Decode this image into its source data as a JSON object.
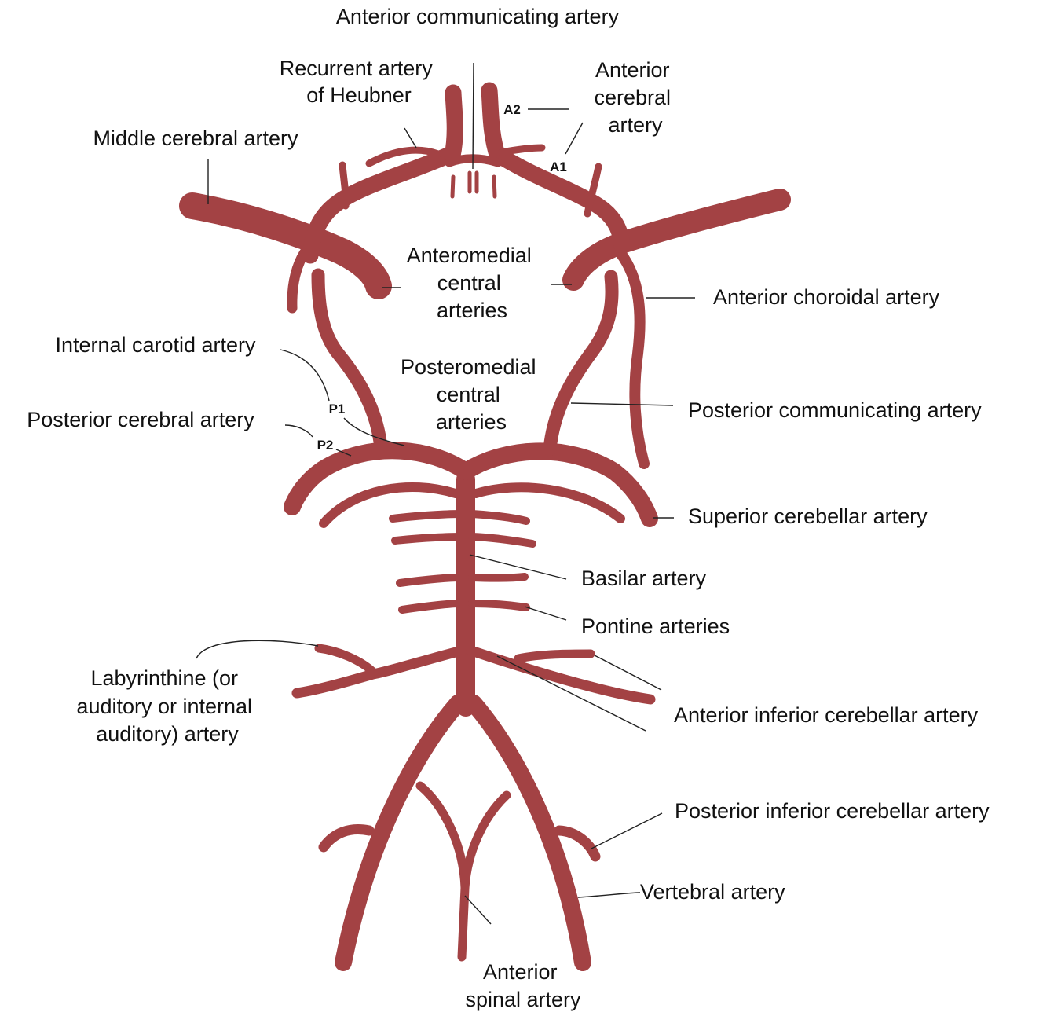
{
  "colors": {
    "artery": "#a34244",
    "text": "#111111",
    "leader": "#222222",
    "background": "#ffffff"
  },
  "labels": {
    "anterior_communicating": "Anterior communicating artery",
    "recurrent_heubner": [
      "Recurrent artery",
      "of Heubner"
    ],
    "anterior_cerebral": [
      "Anterior",
      "cerebral",
      "artery"
    ],
    "middle_cerebral": "Middle cerebral artery",
    "anteromedial_central": [
      "Anteromedial",
      "central",
      "arteries"
    ],
    "anterior_choroidal": "Anterior choroidal artery",
    "internal_carotid": "Internal carotid artery",
    "posteromedial_central": [
      "Posteromedial",
      "central",
      "arteries"
    ],
    "posterior_communicating": "Posterior communicating artery",
    "posterior_cerebral": "Posterior cerebral artery",
    "superior_cerebellar": "Superior cerebellar artery",
    "basilar": "Basilar artery",
    "pontine": "Pontine arteries",
    "labyrinthine": [
      "Labyrinthine (or",
      "auditory or internal",
      "auditory) artery"
    ],
    "anterior_inferior_cerebellar": "Anterior inferior cerebellar artery",
    "posterior_inferior_cerebellar": "Posterior inferior cerebellar artery",
    "vertebral": "Vertebral artery",
    "anterior_spinal": [
      "Anterior",
      "spinal artery"
    ]
  },
  "segments": {
    "a1": "A1",
    "a2": "A2",
    "p1": "P1",
    "p2": "P2"
  }
}
